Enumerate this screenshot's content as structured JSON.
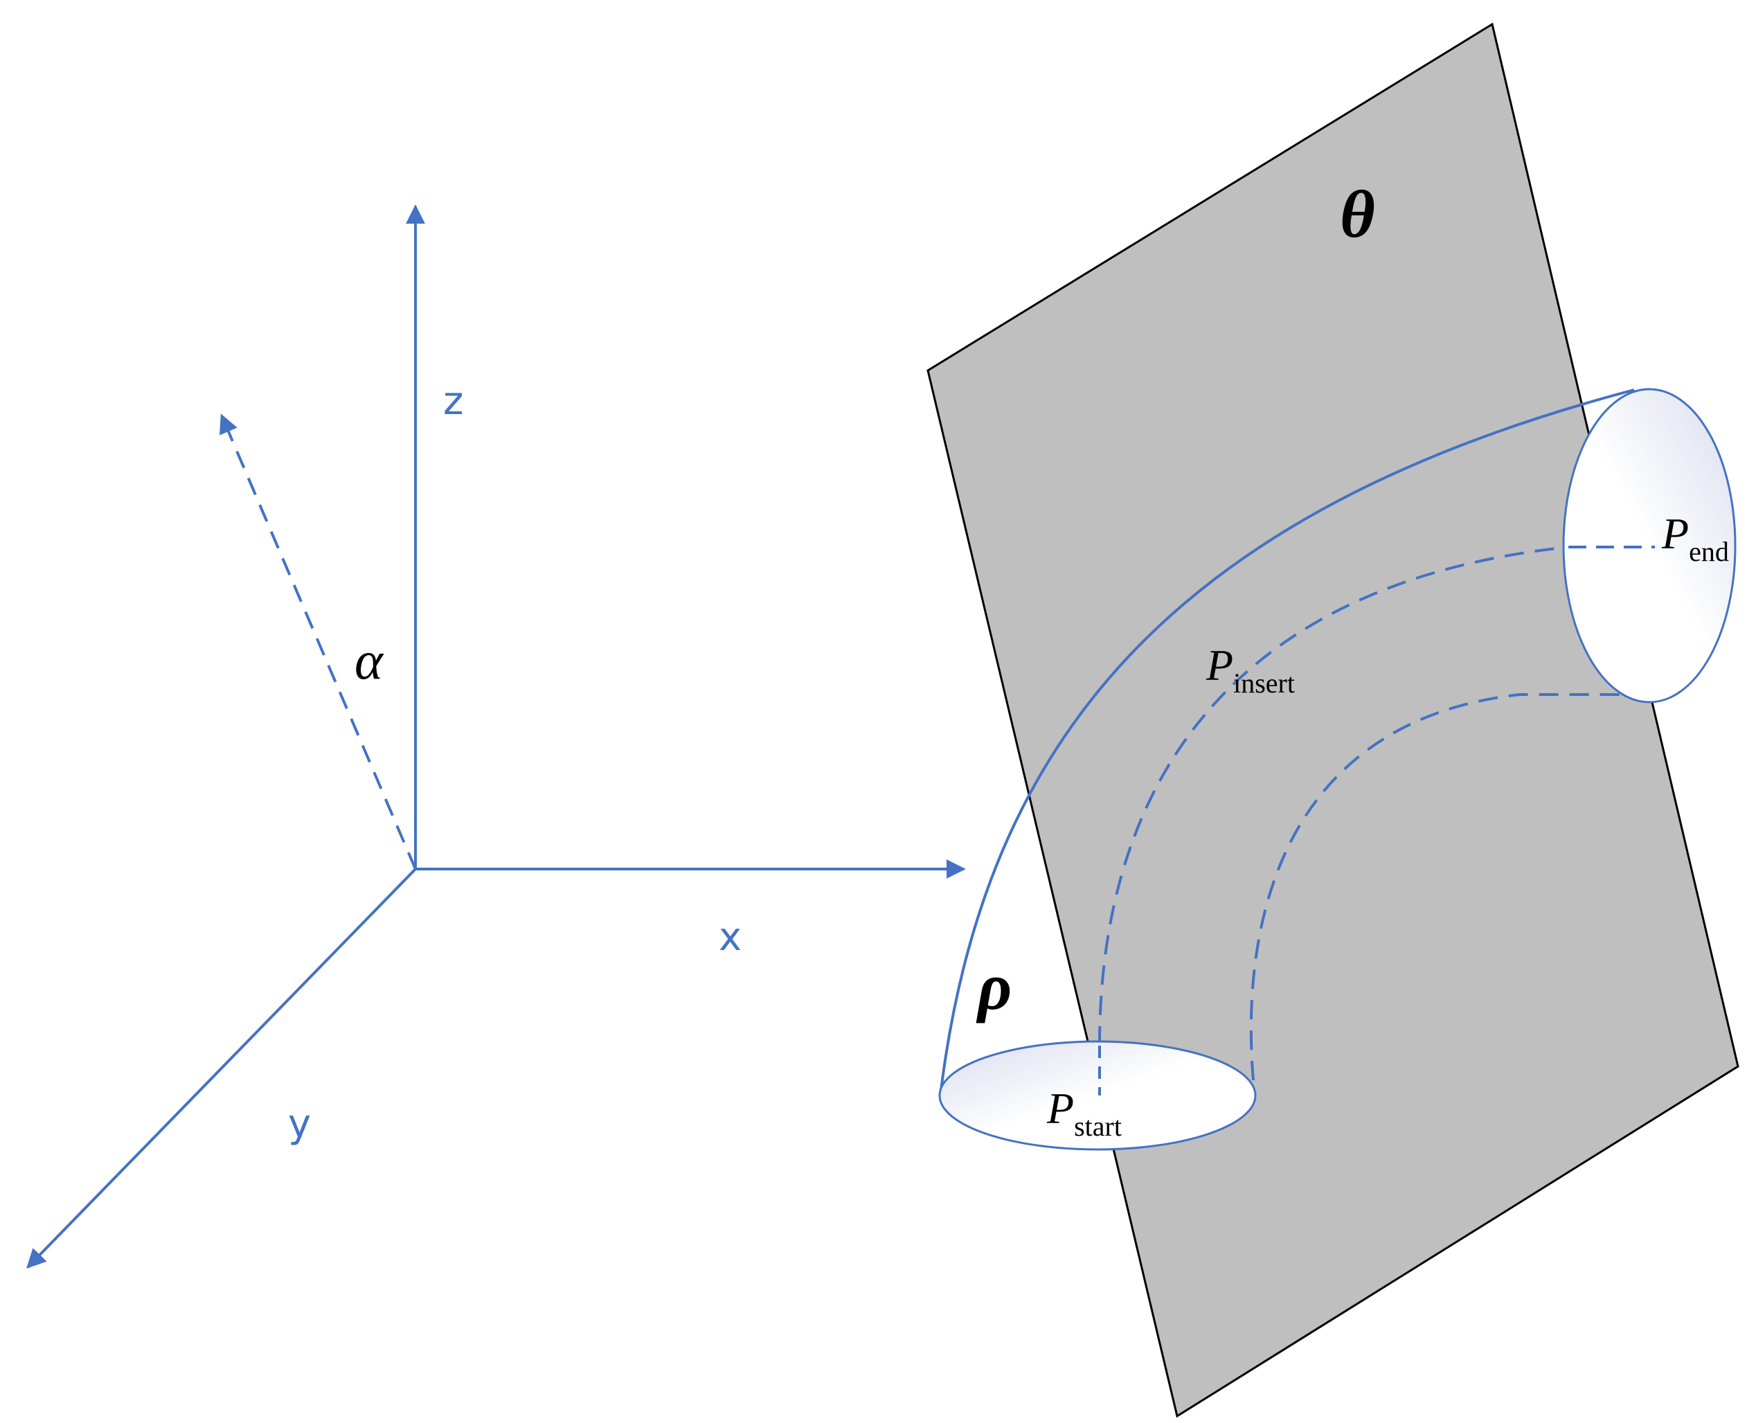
{
  "axes": {
    "x_label": "x",
    "y_label": "y",
    "z_label": "z",
    "color": "#4472C4"
  },
  "symbols": {
    "alpha": "α",
    "theta": "θ",
    "rho": "ρ"
  },
  "points": {
    "start": {
      "main": "P",
      "sub": "start"
    },
    "insert": {
      "main": "P",
      "sub": "insert"
    },
    "end": {
      "main": "P",
      "sub": "end"
    }
  },
  "colors": {
    "plane_fill": "#BFBFBF",
    "plane_stroke": "#000000",
    "tube_stroke": "#4472C4",
    "text": "#000000"
  }
}
